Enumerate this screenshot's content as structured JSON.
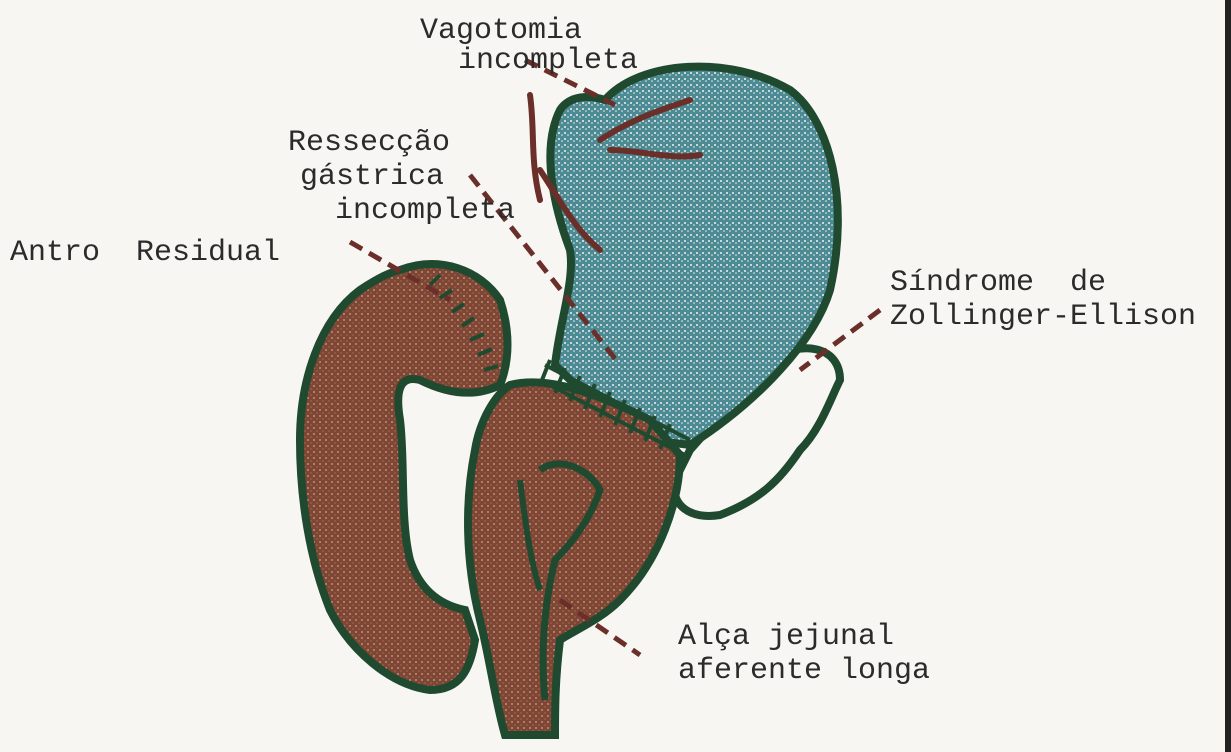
{
  "labels": {
    "vagotomy": [
      "Vagotomia",
      "incompleta"
    ],
    "resection": [
      "Ressecção",
      "gástrica",
      "incompleta"
    ],
    "antrum": "Antro  Residual",
    "zollinger": [
      "Síndrome  de",
      "Zollinger-Ellison"
    ],
    "afferent": [
      "Alça jejunal",
      "aferente longa"
    ]
  },
  "colors": {
    "outline": "#1f4a30",
    "stomach_fill": "#2f6f7a",
    "bowel_fill": "#7a3f2e",
    "dash": "#6b2f2a",
    "background": "#f7f6f2"
  }
}
